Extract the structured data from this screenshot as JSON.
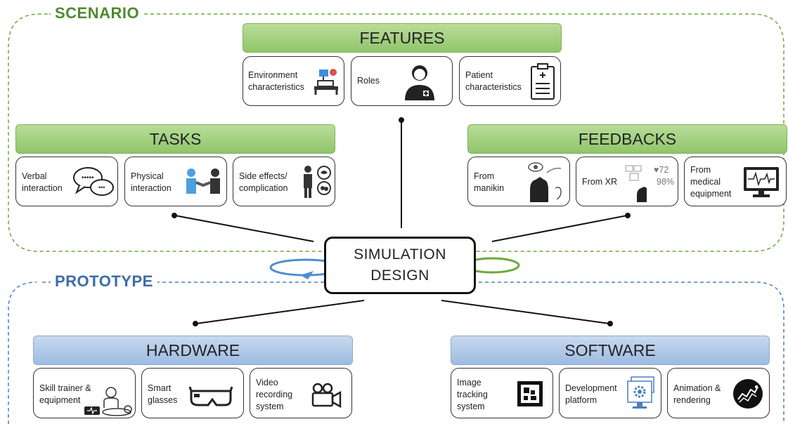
{
  "scenario_label": "SCENARIO",
  "prototype_label": "PROTOTYPE",
  "center": {
    "line1": "SIMULATION",
    "line2": "DESIGN"
  },
  "features": {
    "title": "FEATURES",
    "items": [
      {
        "label": "Environment\ncharacteristics",
        "icon": "hospital-bed-icon"
      },
      {
        "label": "Roles",
        "icon": "doctor-icon"
      },
      {
        "label": "Patient\ncharacteristics",
        "icon": "clipboard-icon"
      }
    ]
  },
  "tasks": {
    "title": "TASKS",
    "items": [
      {
        "label": "Verbal\ninteraction",
        "icon": "speech-bubbles-icon"
      },
      {
        "label": "Physical\ninteraction",
        "icon": "handshake-icon"
      },
      {
        "label": "Side effects/\ncomplication",
        "icon": "patient-organs-icon"
      }
    ]
  },
  "feedbacks": {
    "title": "FEEDBACKS",
    "items": [
      {
        "label": "From\nmanikin",
        "icon": "manikin-senses-icon"
      },
      {
        "label": "From XR",
        "icon": "xr-vitals-icon",
        "vitals": [
          "♥72",
          "98%"
        ]
      },
      {
        "label": "From\nmedical\nequipment",
        "icon": "monitor-ecg-icon"
      }
    ]
  },
  "hardware": {
    "title": "HARDWARE",
    "items": [
      {
        "label": "Skill trainer &\nequipment",
        "icon": "skill-trainer-icon"
      },
      {
        "label": "Smart\nglasses",
        "icon": "smart-glasses-icon"
      },
      {
        "label": "Video\nrecording\nsystem",
        "icon": "video-camera-icon"
      }
    ]
  },
  "software": {
    "title": "SOFTWARE",
    "items": [
      {
        "label": "Image\ntracking\nsystem",
        "icon": "marker-icon"
      },
      {
        "label": "Development\nplatform",
        "icon": "dev-platform-icon"
      },
      {
        "label": "Animation &\nrendering",
        "icon": "animation-icon"
      }
    ]
  },
  "colors": {
    "scenario": "#6aaa3a",
    "prototype": "#4a7fc1",
    "green_header": "#a5d183",
    "blue_header": "#b4cae8"
  }
}
